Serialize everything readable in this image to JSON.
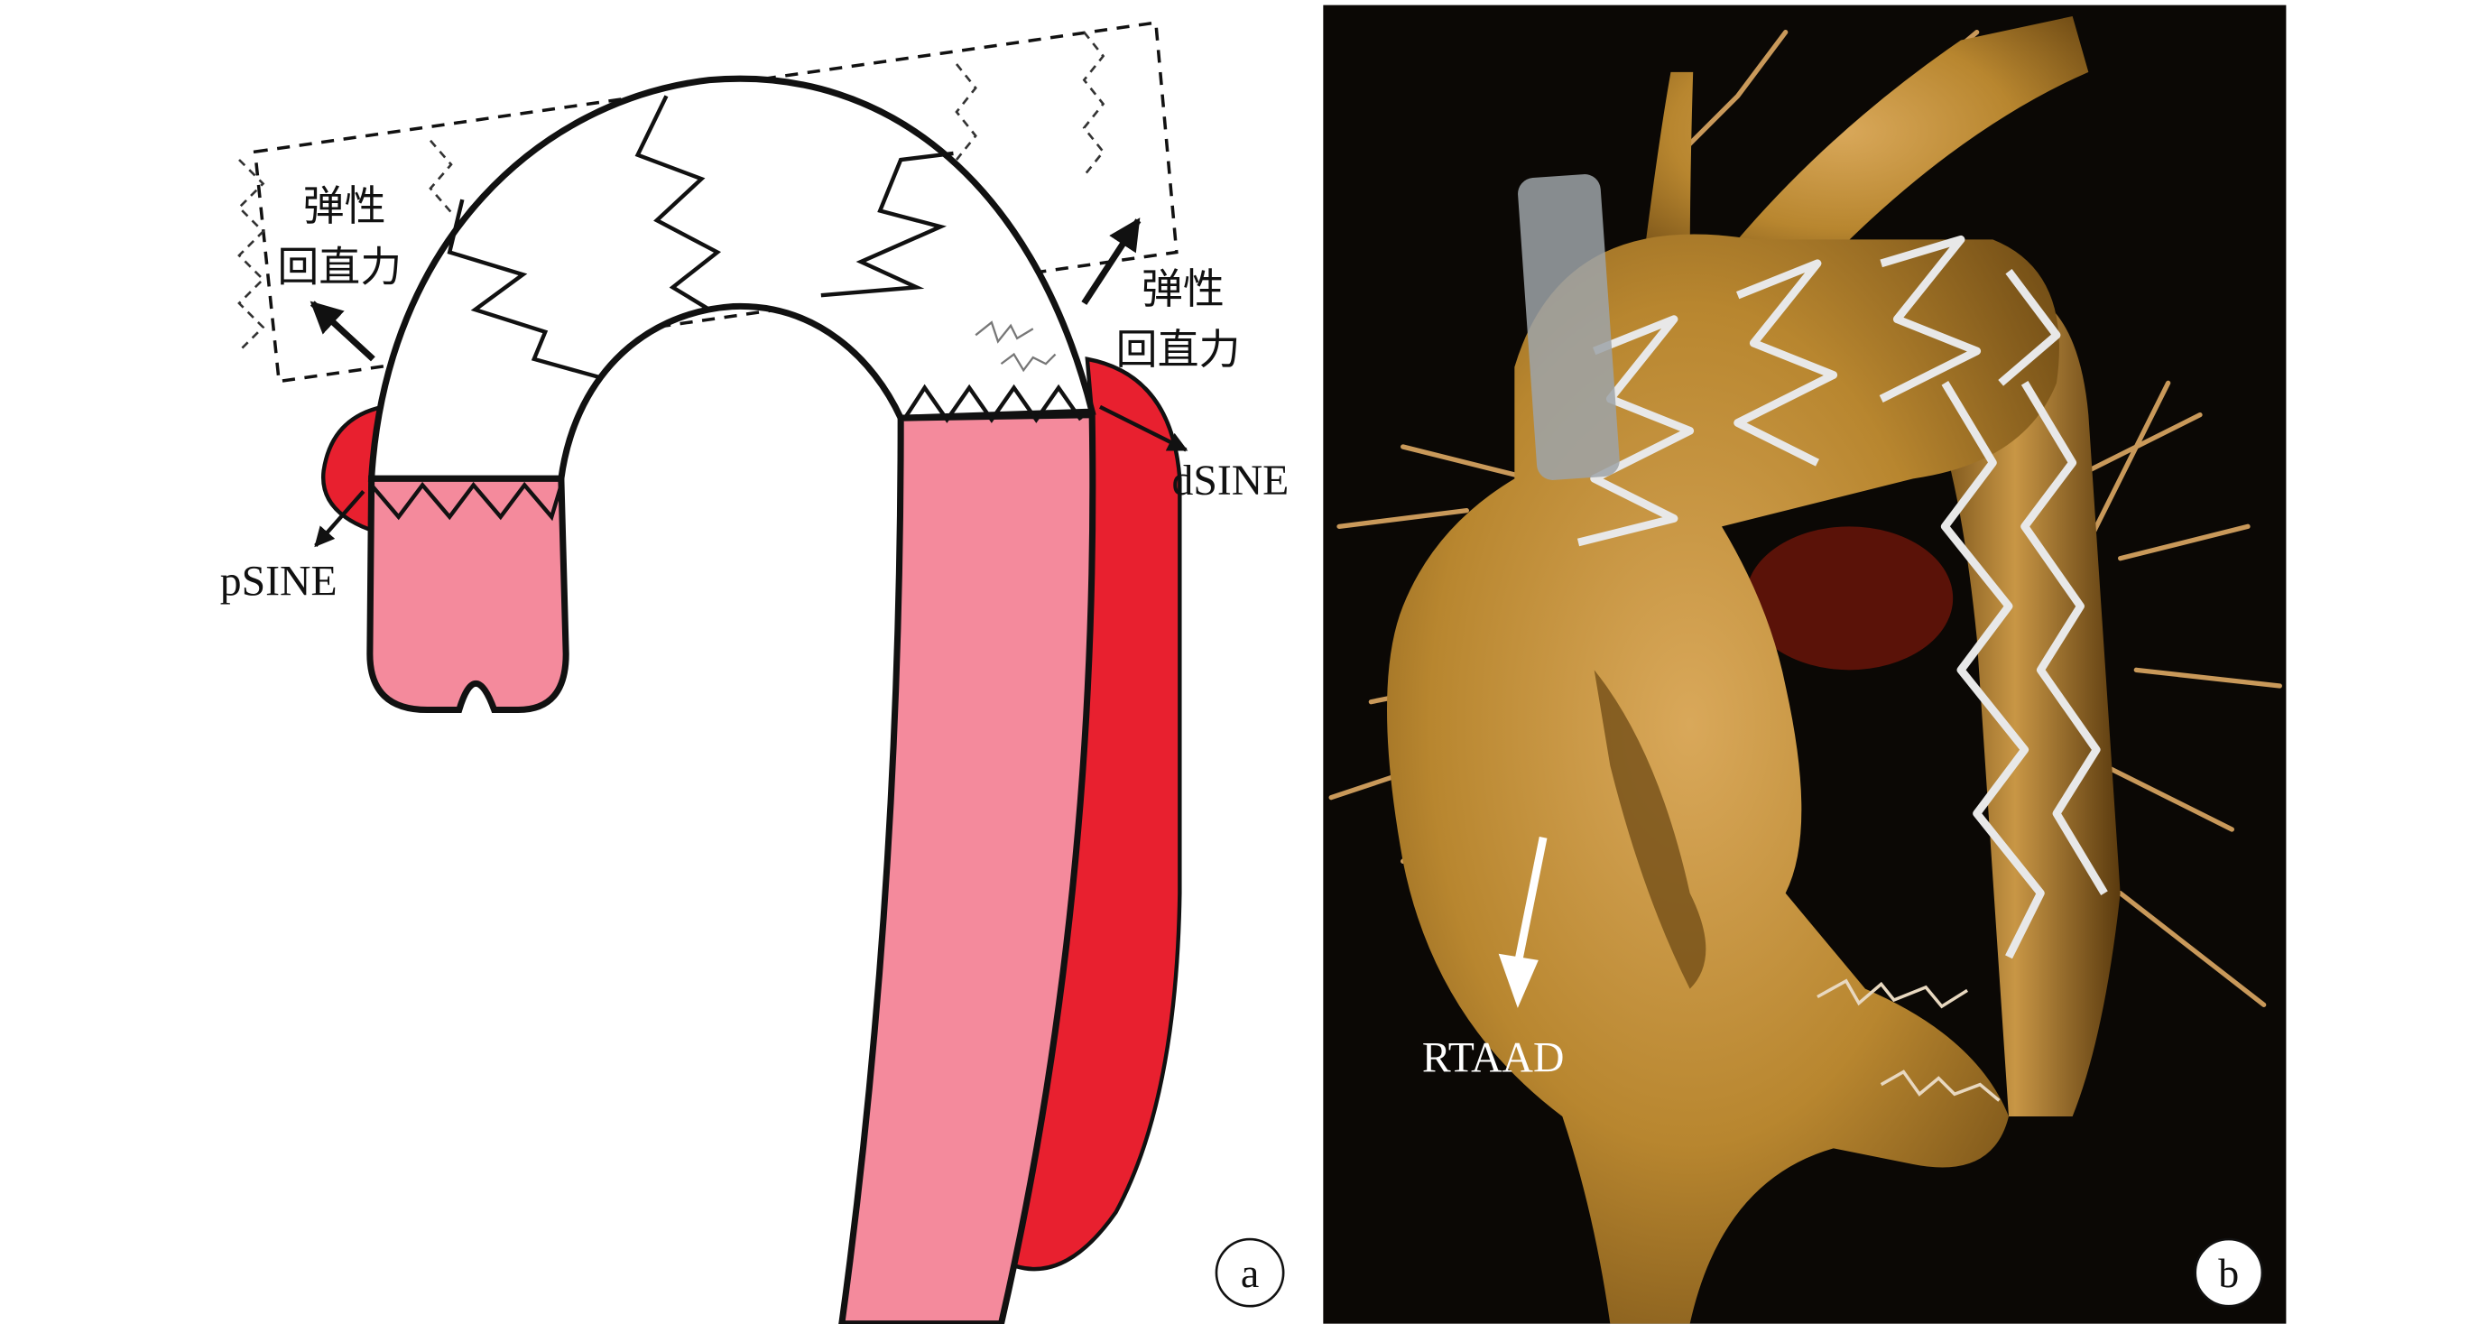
{
  "panel_a": {
    "label": "a",
    "recoil_left_line1": "弹性",
    "recoil_left_line2": "回直力",
    "recoil_right_line1": "弹性",
    "recoil_right_line2": "回直力",
    "psine": "pSINE",
    "dsine": "dSINE"
  },
  "panel_b": {
    "label": "b",
    "rtaad": "RTAAD"
  },
  "colors": {
    "stent_graft_pink": "#F48A9C",
    "new_entry_red": "#E8202F",
    "outline": "#111111",
    "ct_background": "#0b0805",
    "aorta_render": "#B8862F"
  }
}
